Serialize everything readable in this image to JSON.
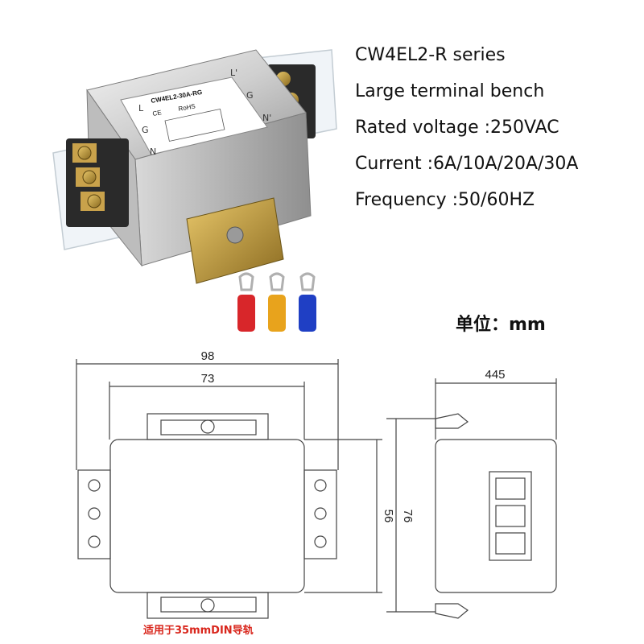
{
  "product": {
    "model_label": "CW4EL2-30A-RG",
    "rohs_label": "RoHS",
    "ce_label": "CE",
    "terminal_labels": {
      "l": "L",
      "g": "G",
      "n": "N",
      "l_out": "L'",
      "g_out": "G",
      "n_out": "N'"
    }
  },
  "specs": [
    "CW4EL2-R series",
    "Large terminal bench",
    "Rated voltage :250VAC",
    "Current :6A/10A/20A/30A",
    "Frequency :50/60HZ"
  ],
  "unit_label": "单位：mm",
  "dimensions": {
    "width_total": "98",
    "width_inner": "73",
    "depth": "445",
    "height_body": "56",
    "height_total": "76"
  },
  "din_note": "适用于35mmDIN导轨",
  "colors": {
    "lug_red": "#d8262a",
    "lug_yellow": "#e8a31c",
    "lug_blue": "#1f3fc4"
  }
}
